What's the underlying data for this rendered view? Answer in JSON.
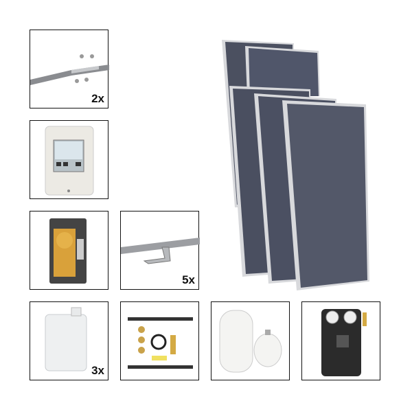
{
  "components": [
    {
      "id": "mounting-rail-connector",
      "quantity_label": "2x"
    },
    {
      "id": "solar-controller"
    },
    {
      "id": "air-separator"
    },
    {
      "id": "roof-hook-rail",
      "quantity_label": "5x"
    },
    {
      "id": "solar-fluid-canister",
      "quantity_label": "3x"
    },
    {
      "id": "connection-set"
    },
    {
      "id": "expansion-vessels"
    },
    {
      "id": "pump-station"
    }
  ],
  "collectors": {
    "count": 5,
    "absorber_color": "#4a4f5e",
    "frame_color": "#e2e3e6"
  }
}
